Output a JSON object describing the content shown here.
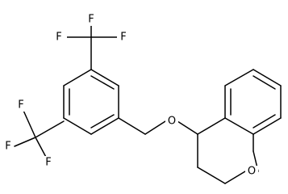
{
  "molecule": {
    "labels": {
      "f1": "F",
      "f2": "F",
      "f3": "F",
      "f4": "F",
      "f5": "F",
      "f6": "F",
      "o_ether": "O",
      "o_ring": "O"
    }
  }
}
